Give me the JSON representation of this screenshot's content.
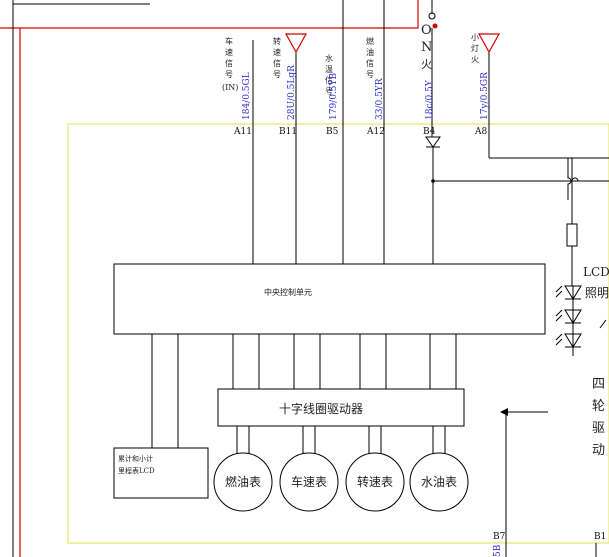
{
  "signals": [
    {
      "id": "vehicle-speed",
      "chars": [
        "车",
        "速",
        "信",
        "号"
      ],
      "extra": "(IN)",
      "wire": "184/0.5GL",
      "pin": "A11"
    },
    {
      "id": "engine-speed",
      "chars": [
        "转",
        "速",
        "信",
        "号"
      ],
      "wire": "28U/0.5LgR",
      "pin": "B11"
    },
    {
      "id": "water-temp",
      "chars": [
        "水",
        "温",
        "信",
        "号"
      ],
      "wire": "179/0.5YB",
      "pin": "B5"
    },
    {
      "id": "fuel",
      "chars": [
        "燃",
        "油",
        "信",
        "号"
      ],
      "wire": "33/0.5YR",
      "pin": "A12"
    },
    {
      "id": "ignition",
      "chars": [
        "O",
        "N",
        "火"
      ],
      "wire": "18c/0.5Y",
      "pin": "B4"
    },
    {
      "id": "small-light",
      "chars": [
        "小",
        "灯",
        "火"
      ],
      "wire": "17y/0.5GR",
      "pin": "A8"
    }
  ],
  "blocks": {
    "ecu": "中央控制单元",
    "driver": "十字线圈驱动器",
    "odometer_lines": [
      "累计和小计",
      "里程表LCD"
    ]
  },
  "gauges": [
    "燃油表",
    "车速表",
    "转速表",
    "水油表"
  ],
  "lcd_light": {
    "line1": "LCD",
    "line2": "照明"
  },
  "four_wd": [
    "四",
    "轮",
    "驱",
    "动"
  ],
  "bottom_pins": {
    "b7": "B7",
    "b1": "B1",
    "edge": "5B"
  },
  "colors": {
    "frame": "#e6e24a",
    "wire": "#000000",
    "red": "#d10000",
    "code": "#2b2bd6"
  }
}
